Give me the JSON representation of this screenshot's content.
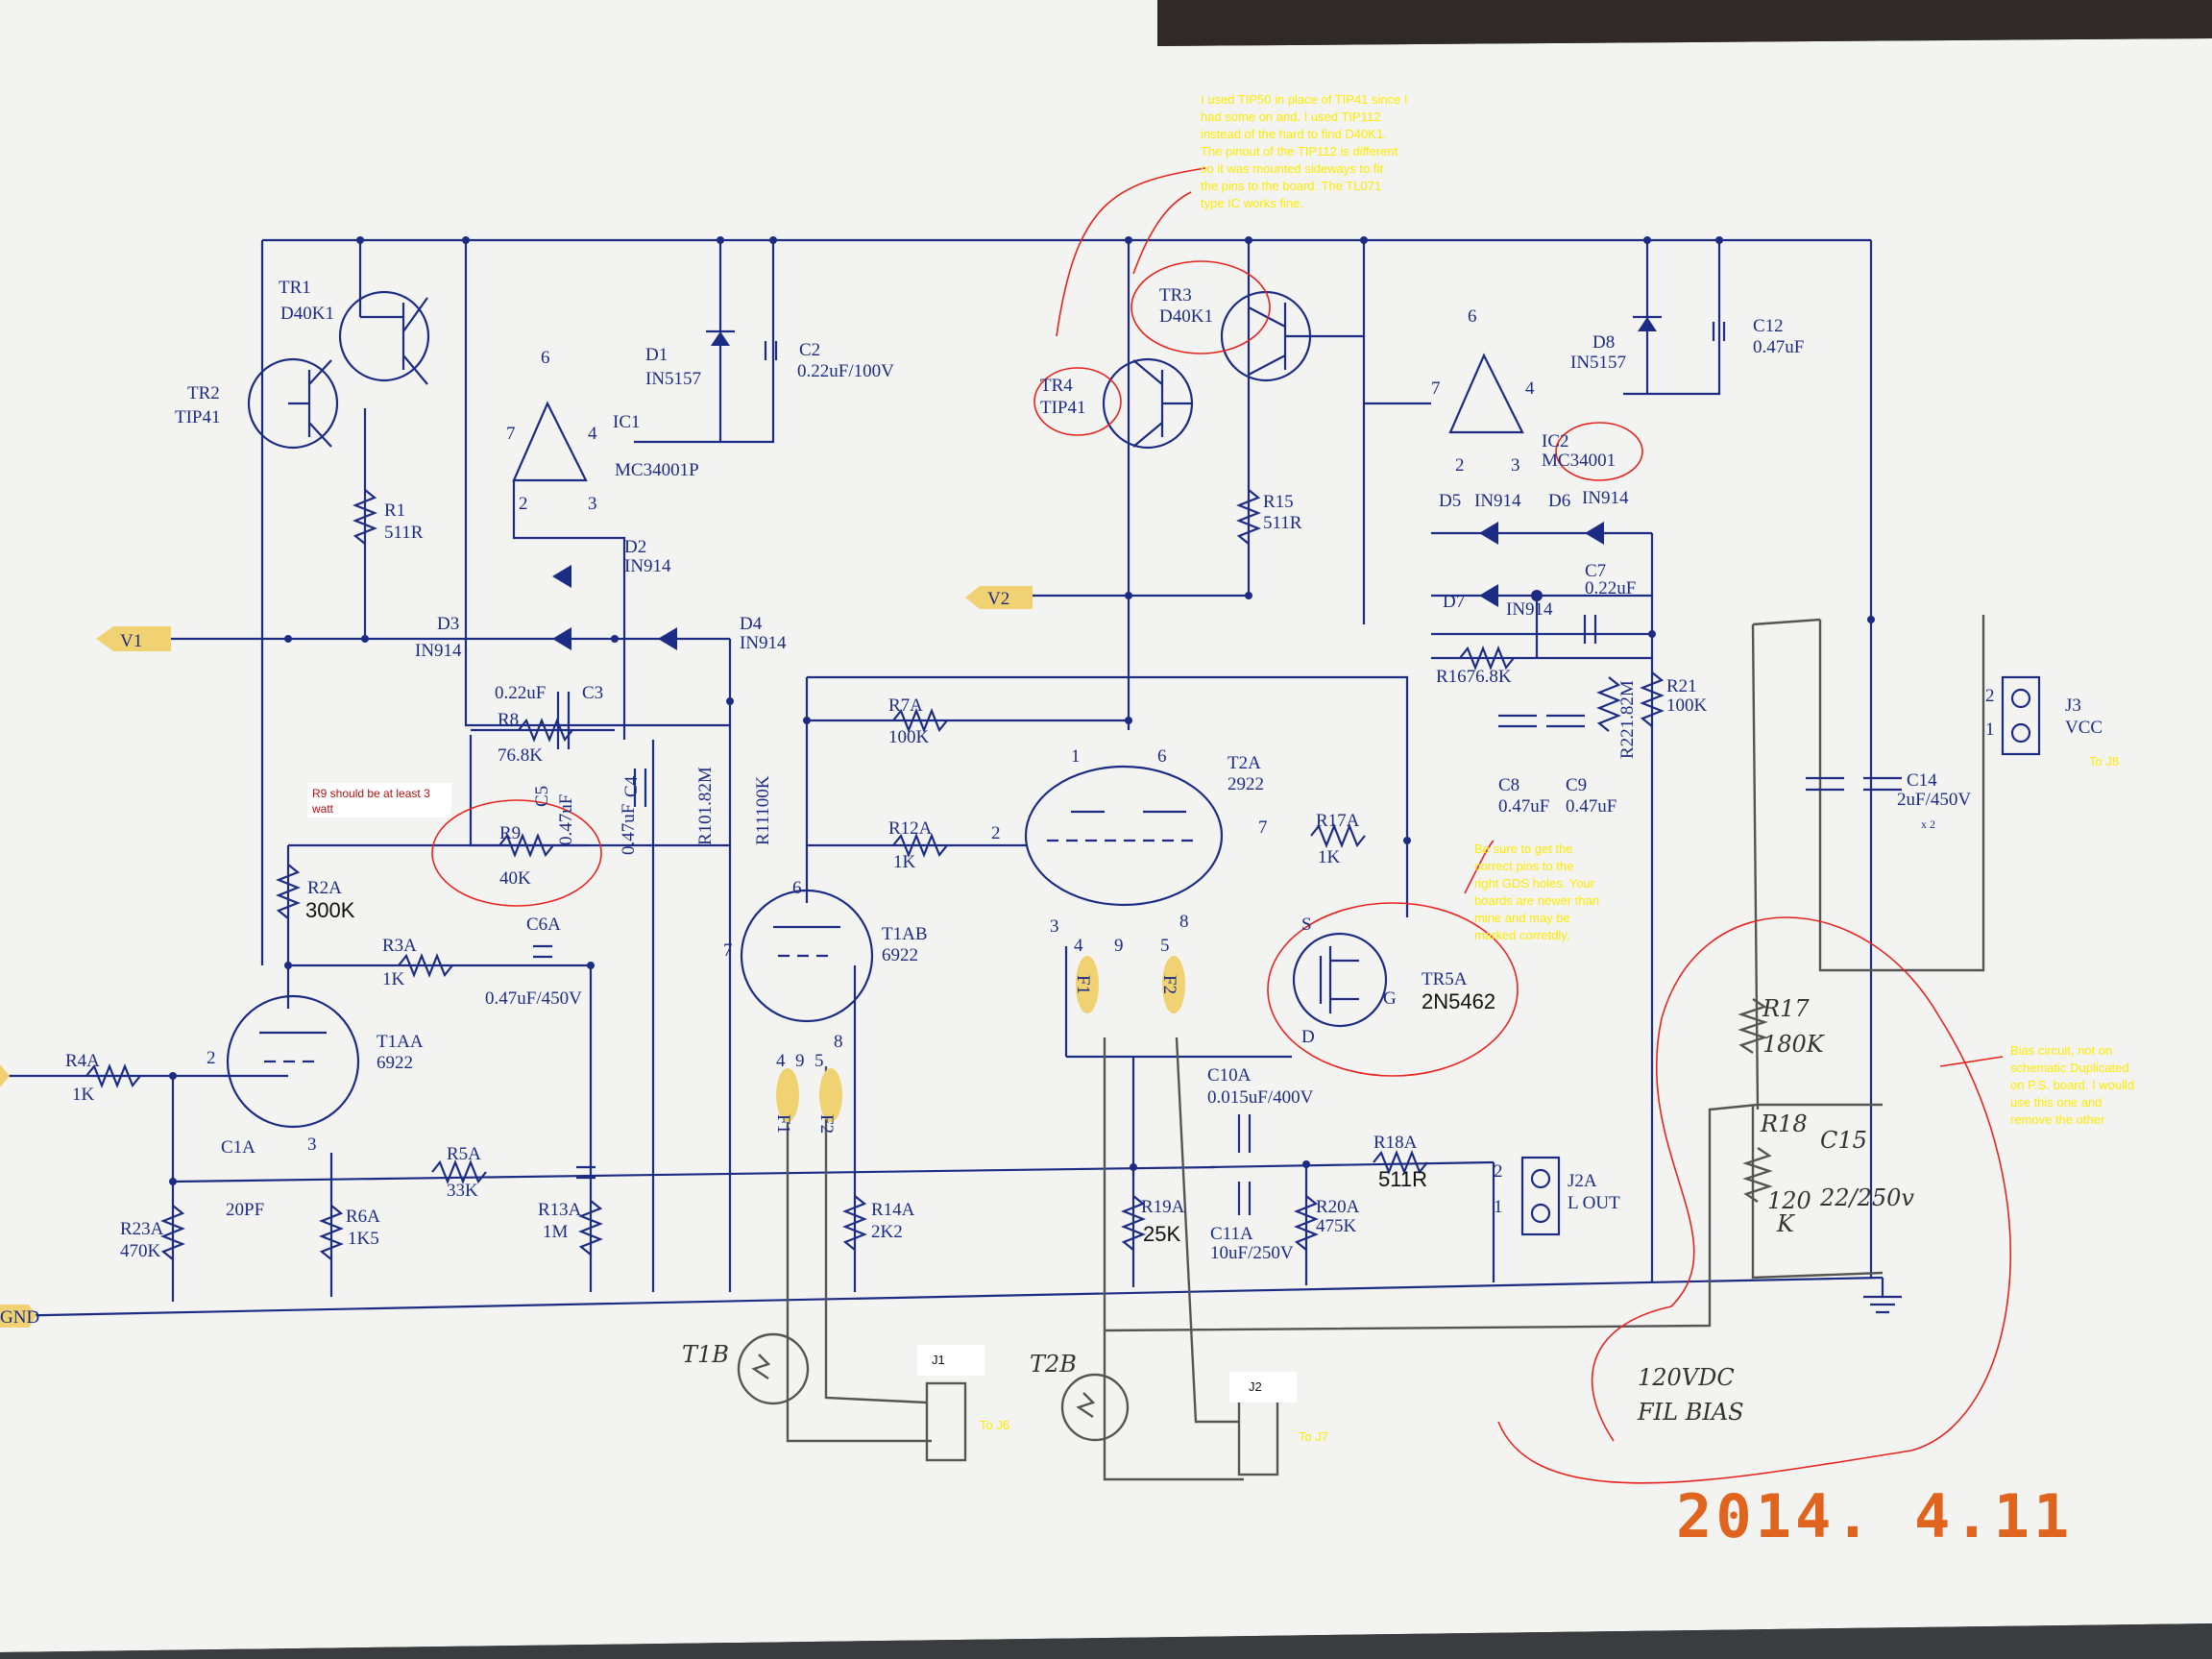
{
  "photo_date": "2014.  4.11",
  "nets": {
    "v1": "V1",
    "v2": "V2",
    "gnd": "GND"
  },
  "components": {
    "tr1_name": "TR1",
    "tr1_part": "D40K1",
    "tr2_name": "TR2",
    "tr2_part": "TIP41",
    "tr3_name": "TR3",
    "tr3_part": "D40K1",
    "tr4_name": "TR4",
    "tr4_part": "TIP41",
    "d1_name": "D1",
    "d1_part": "IN5157",
    "c2": "C2",
    "c2_val": "0.22uF/100V",
    "ic1_name": "IC1",
    "ic1_part": "MC34001P",
    "r1": "R1",
    "r1_val": "511R",
    "d2": "D2",
    "d2_part": "IN914",
    "d3": "D3",
    "d3_part": "IN914",
    "d4": "D4",
    "d4_part": "IN914",
    "c3_val": "0.22uF",
    "c3": "C3",
    "r8": "R8",
    "r8_val": "76.8K",
    "r9": "R9",
    "r9_val": "40K",
    "c5": "C5",
    "c5_val": "0.47uF",
    "c4": "C4",
    "c4_val": "0.47uF",
    "r10": "R101.82M",
    "r11": "R11100K",
    "r2a": "R2A",
    "r2a_val": "300K",
    "r3a": "R3A",
    "r3a_val": "1K",
    "c6a": "C6A",
    "c6a_val": "0.47uF/450V",
    "t1aa": "T1AA",
    "t1aa_part": "6922",
    "r4a": "R4A",
    "r4a_val": "1K",
    "c1a": "C1A",
    "c1a_val": "20PF",
    "r5a": "R5A",
    "r5a_val": "33K",
    "r23a": "R23A",
    "r23a_val": "470K",
    "r6a": "R6A",
    "r6a_val": "1K5",
    "r13a": "R13A",
    "r13a_val": "1M",
    "r7a": "R7A",
    "r7a_val": "100K",
    "r12a": "R12A",
    "r12a_val": "1K",
    "t1ab": "T1AB",
    "t1ab_part": "6922",
    "t2a": "T2A",
    "t2a_part": "2922",
    "r17a": "R17A",
    "r17a_val": "1K",
    "tr5a": "TR5A",
    "tr5a_part": "2N5462",
    "r14a": "R14A",
    "r14a_val": "2K2",
    "c10a": "C10A",
    "c10a_val": "0.015uF/400V",
    "c11a": "C11A",
    "c11a_val": "10uF/250V",
    "r19a": "R19A",
    "r19a_val": "25K",
    "r20a": "R20A",
    "r20a_val": "475K",
    "r18a": "R18A",
    "r18a_val": "511R",
    "j2a": "J2A",
    "j2a_val": "L OUT",
    "r15": "R15",
    "r15_val": "511R",
    "ic2": "IC2",
    "ic2_part": "MC34001",
    "d5": "D5",
    "d5_part": "IN914",
    "d6": "D6",
    "d6_part": "IN914",
    "d7": "D7",
    "d7_part": "IN914",
    "c7": "C7",
    "c7_val": "0.22uF",
    "r16": "R1676.8K",
    "r22": "R221.82M",
    "r21": "R21",
    "r21_val": "100K",
    "c8": "C8",
    "c8_val": "0.47uF",
    "c9": "C9",
    "c9_val": "0.47uF",
    "d8": "D8",
    "d8_part": "IN5157",
    "c12": "C12",
    "c12_val": "0.47uF",
    "j3": "J3",
    "j3_val": "VCC",
    "c14": "C14",
    "c14_val": "2uF/450V",
    "c14_mult": "x 2",
    "pin_2": "2",
    "pin_1": "1",
    "pin_3": "3",
    "pin_4": "4",
    "pin_5": "5",
    "pin_6": "6",
    "pin_7": "7",
    "pin_8": "8",
    "pin_9": "9",
    "f1": "F1",
    "f2": "F2",
    "pin_s": "S",
    "pin_d": "D",
    "pin_g": "G"
  },
  "handwritten": {
    "t1b": "T1B",
    "t2b": "T2B",
    "r17": "R17",
    "r17_val": "180K",
    "r18": "R18",
    "r18_val_a": "120",
    "r18_val_b": "K",
    "c15": "C15",
    "c15_val": "22/250v",
    "fil_bias_a": "120VDC",
    "fil_bias_b": "FIL BIAS"
  },
  "annotations": {
    "top_note": [
      "I used TIP50 in place of TIP41 since I",
      "had some on  and. I used TIP112",
      "instead of the hard to find D40K1.",
      "The pinout of the TIP112 is different",
      "so it was mounted sideways to fit",
      "the pins to the board. The TL071",
      "type IC works fine."
    ],
    "r9_note": [
      "R9 should be at least 3",
      "watt"
    ],
    "gds_note": [
      "Be sure to get the",
      "correct pins to the",
      "right GDS holes. Your",
      "boards are newer than",
      "mine and may be",
      "marked corretdly."
    ],
    "bias_note": [
      "Bias circuit, not on",
      "schematic Duplicated",
      "on P.S. board. I woulld",
      "use this one and",
      "remove the other"
    ],
    "j1": "J1",
    "j2": "J2",
    "to_j6": "To J6",
    "to_j7": "To J7",
    "to_j8": "To J8"
  }
}
